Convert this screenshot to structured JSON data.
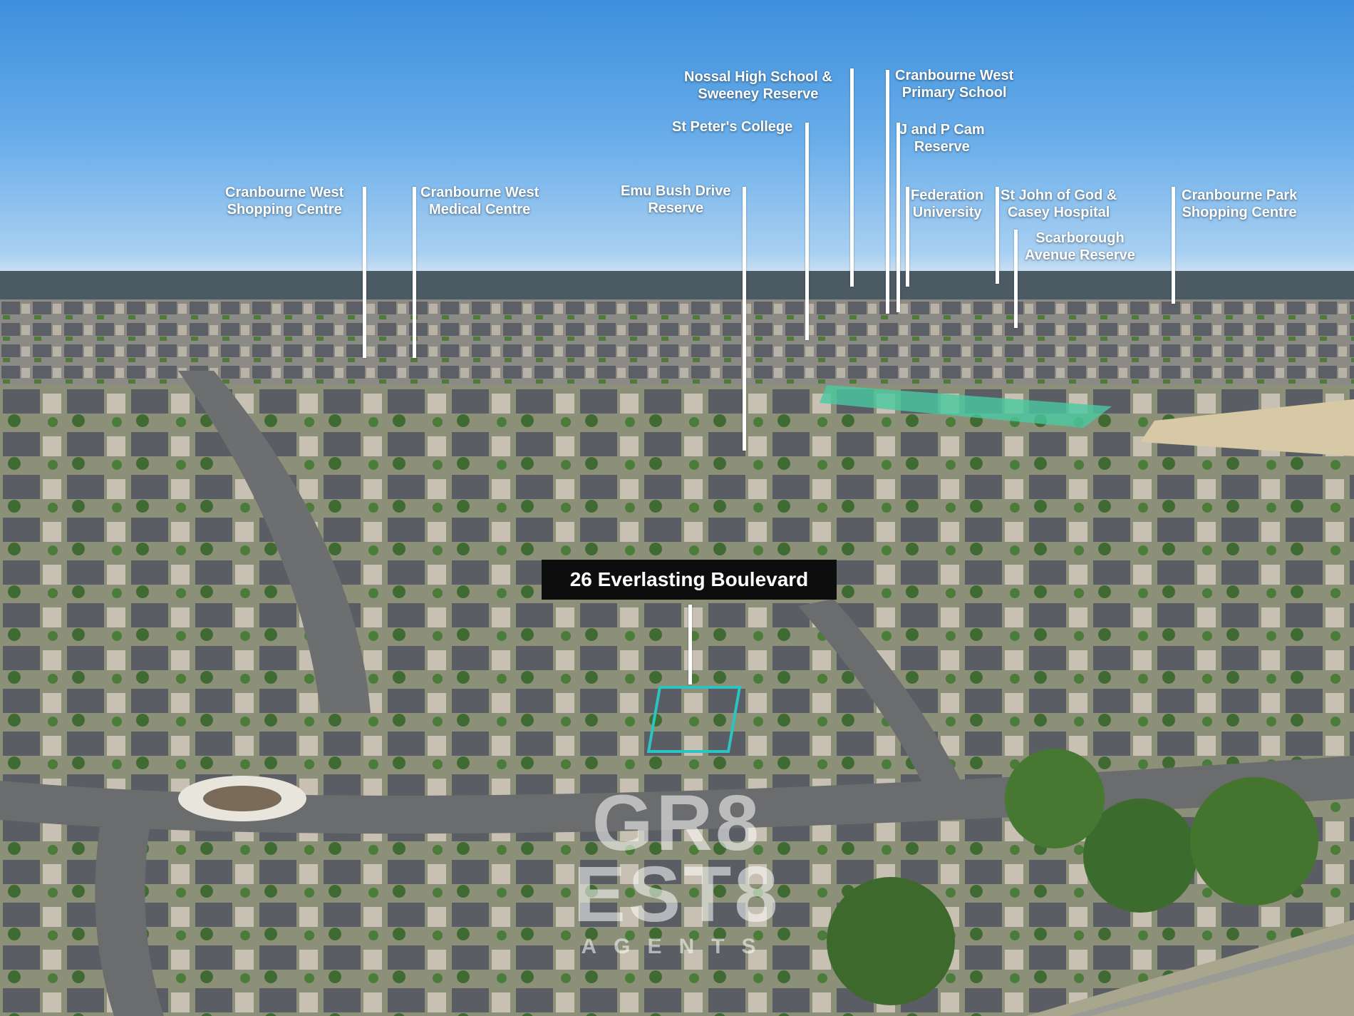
{
  "photo": {
    "address_tag": "26 Everlasting Boulevard",
    "outline_color": "#2bc4c2",
    "points_of_interest": [
      {
        "label": "Cranbourne West\nShopping Centre"
      },
      {
        "label": "Cranbourne West\nMedical Centre"
      },
      {
        "label": "Emu Bush Drive\nReserve"
      },
      {
        "label": "St Peter's College"
      },
      {
        "label": "Nossal High School &\nSweeney Reserve"
      },
      {
        "label": "Cranbourne West\nPrimary School"
      },
      {
        "label": "J and P Cam\nReserve"
      },
      {
        "label": "Federation\nUniversity"
      },
      {
        "label": "St John of God &\nCasey Hospital"
      },
      {
        "label": "Scarborough\nAvenue Reserve"
      },
      {
        "label": "Cranbourne Park\nShopping Centre"
      }
    ],
    "watermark": {
      "line1": "GR8",
      "line2": "EST8",
      "line3": "AGENTS"
    }
  }
}
